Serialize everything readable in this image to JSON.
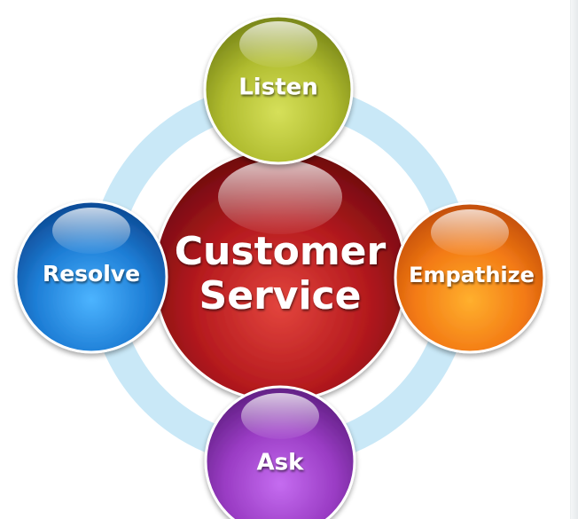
{
  "center": {
    "line1": "Customer",
    "line2": "Service",
    "color": "#b51a1e"
  },
  "nodes": {
    "top": {
      "label": "Listen",
      "color": "#b4c033"
    },
    "right": {
      "label": "Empathize",
      "color": "#f37a14"
    },
    "bottom": {
      "label": "Ask",
      "color": "#9a3cc4"
    },
    "left": {
      "label": "Resolve",
      "color": "#1e7ed6"
    }
  },
  "ring": {
    "color": "#c9e8f7"
  }
}
